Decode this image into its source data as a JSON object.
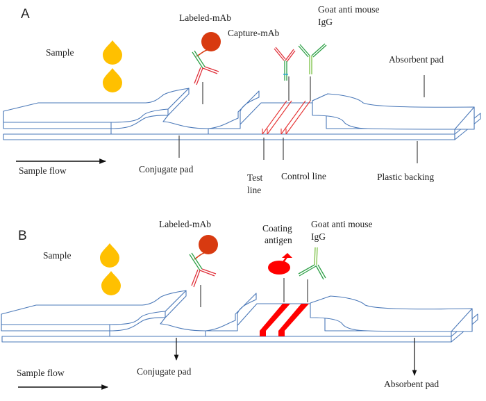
{
  "colors": {
    "strip_outline": "#4a78b8",
    "sample_drop": "#ffc000",
    "label_bead": "#d83a10",
    "antibody_red": "#e0303a",
    "antibody_green": "#2da046",
    "goat_igg_green": "#7ac043",
    "test_band": "#ff0000",
    "text": "#222222"
  },
  "panels": [
    {
      "id": "A",
      "letter": "A",
      "labels": {
        "sample": "Sample",
        "labeled_mab": "Labeled-mAb",
        "capture_mab": "Capture-mAb",
        "goat_line1": "Goat anti mouse",
        "goat_line2": "IgG",
        "absorbent_pad": "Absorbent pad",
        "sample_flow": "Sample flow",
        "conjugate_pad": "Conjugate pad",
        "test_line1": "Test",
        "test_line2": "line",
        "control_line": "Control line",
        "plastic_backing": "Plastic backing"
      }
    },
    {
      "id": "B",
      "letter": "B",
      "labels": {
        "sample": "Sample",
        "labeled_mab": "Labeled-mAb",
        "coating_line1": "Coating",
        "coating_line2": "antigen",
        "goat_line1": "Goat anti mouse",
        "goat_line2": "IgG",
        "sample_flow": "Sample flow",
        "conjugate_pad": "Conjugate pad",
        "absorbent_pad": "Absorbent pad"
      }
    }
  ]
}
